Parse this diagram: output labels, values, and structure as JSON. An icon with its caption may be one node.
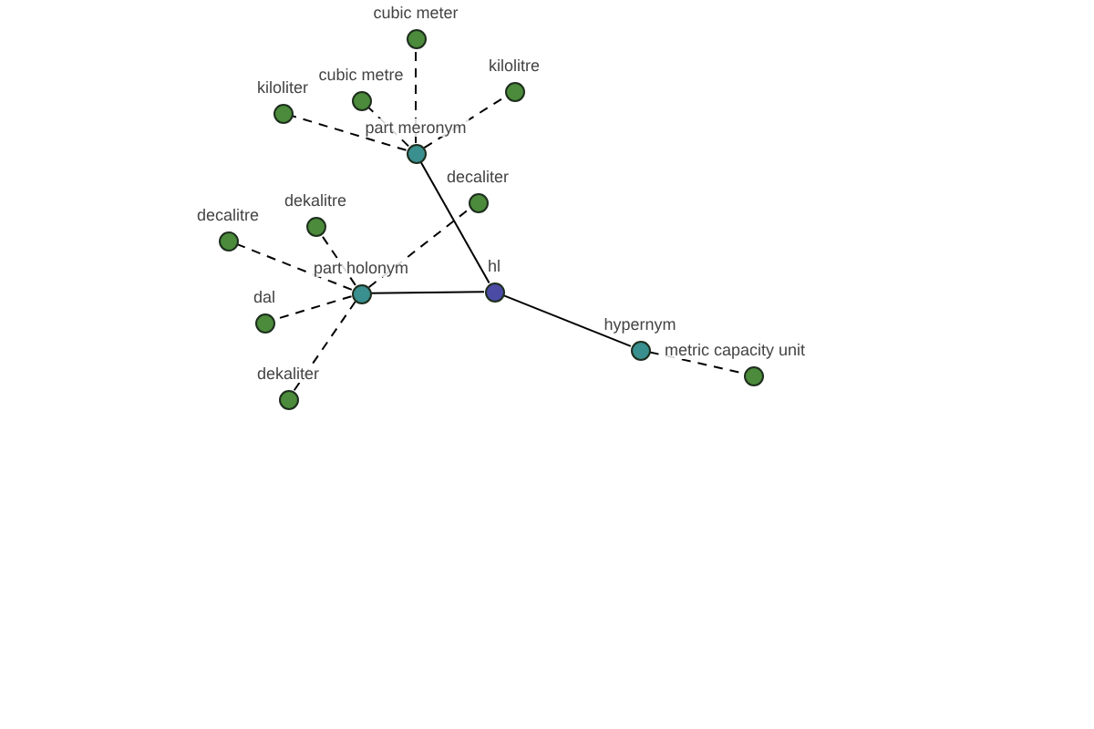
{
  "diagram": {
    "nodes": [
      {
        "text": [
          "hl"
        ]
      },
      {
        "text": [
          "part meronym"
        ]
      },
      {
        "text": [
          "part holonym"
        ]
      },
      {
        "text": [
          "hypernym"
        ]
      },
      {
        "text": [
          "cubic meter"
        ]
      },
      {
        "text": [
          "cubic metre"
        ]
      },
      {
        "text": [
          "kiloliter"
        ]
      },
      {
        "text": [
          "kilolitre"
        ]
      },
      {
        "text": [
          "decaliter"
        ]
      },
      {
        "text": [
          "decalitre"
        ]
      },
      {
        "text": [
          "dekalitre"
        ]
      },
      {
        "text": [
          "dal"
        ]
      },
      {
        "text": [
          "dekaliter"
        ]
      },
      {
        "text": [
          "metric capacity unit"
        ]
      }
    ],
    "edges": [
      {
        "from": 0,
        "to": 1,
        "arrow": "none"
      },
      {
        "from": 0,
        "to": 2,
        "arrow": "none"
      },
      {
        "from": 0,
        "to": 3,
        "arrow": "none"
      },
      {
        "from": 1,
        "to": 4,
        "arrow": "none",
        "style": "dashed"
      },
      {
        "from": 1,
        "to": 5,
        "arrow": "none",
        "style": "dashed"
      },
      {
        "from": 1,
        "to": 6,
        "arrow": "none",
        "style": "dashed"
      },
      {
        "from": 1,
        "to": 7,
        "arrow": "none",
        "style": "dashed"
      },
      {
        "from": 2,
        "to": 8,
        "arrow": "none",
        "style": "dashed"
      },
      {
        "from": 2,
        "to": 9,
        "arrow": "none",
        "style": "dashed"
      },
      {
        "from": 2,
        "to": 10,
        "arrow": "none",
        "style": "dashed"
      },
      {
        "from": 2,
        "to": 11,
        "arrow": "none",
        "style": "dashed"
      },
      {
        "from": 2,
        "to": 12,
        "arrow": "none",
        "style": "dashed"
      },
      {
        "from": 3,
        "to": 13,
        "arrow": "none",
        "style": "dashed"
      }
    ]
  }
}
